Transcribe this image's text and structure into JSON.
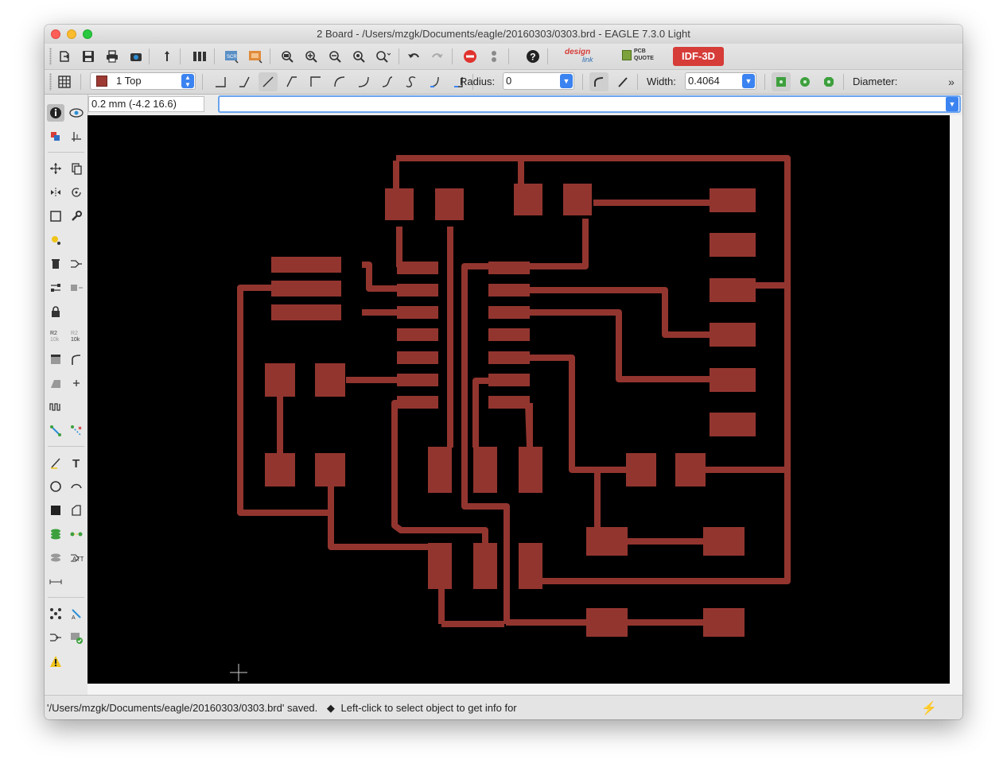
{
  "window": {
    "title": "2 Board - /Users/mzgk/Documents/eagle/20160303/0303.brd - EAGLE 7.3.0 Light"
  },
  "toolbar": {
    "designlink_top": "design",
    "designlink_bottom": "link",
    "pcb_quote_top": "PCB",
    "pcb_quote_bottom": "QUOTE",
    "idf_label": "IDF-3D"
  },
  "params": {
    "layer": "1 Top",
    "layer_color": "#9c3a33",
    "radius_label": "Radius:",
    "radius_value": "0",
    "width_label": "Width:",
    "width_value": "0.4064",
    "diameter_label": "Diameter:"
  },
  "commandbar": {
    "coordinates": "0.2 mm (-4.2 16.6)",
    "command_value": ""
  },
  "status": {
    "message": "'/Users/mzgk/Documents/eagle/20160303/0303.brd' saved.",
    "hint": "Left-click to select object to get info for"
  },
  "board": {
    "trace_color": "#93352f",
    "background": "#000000"
  }
}
